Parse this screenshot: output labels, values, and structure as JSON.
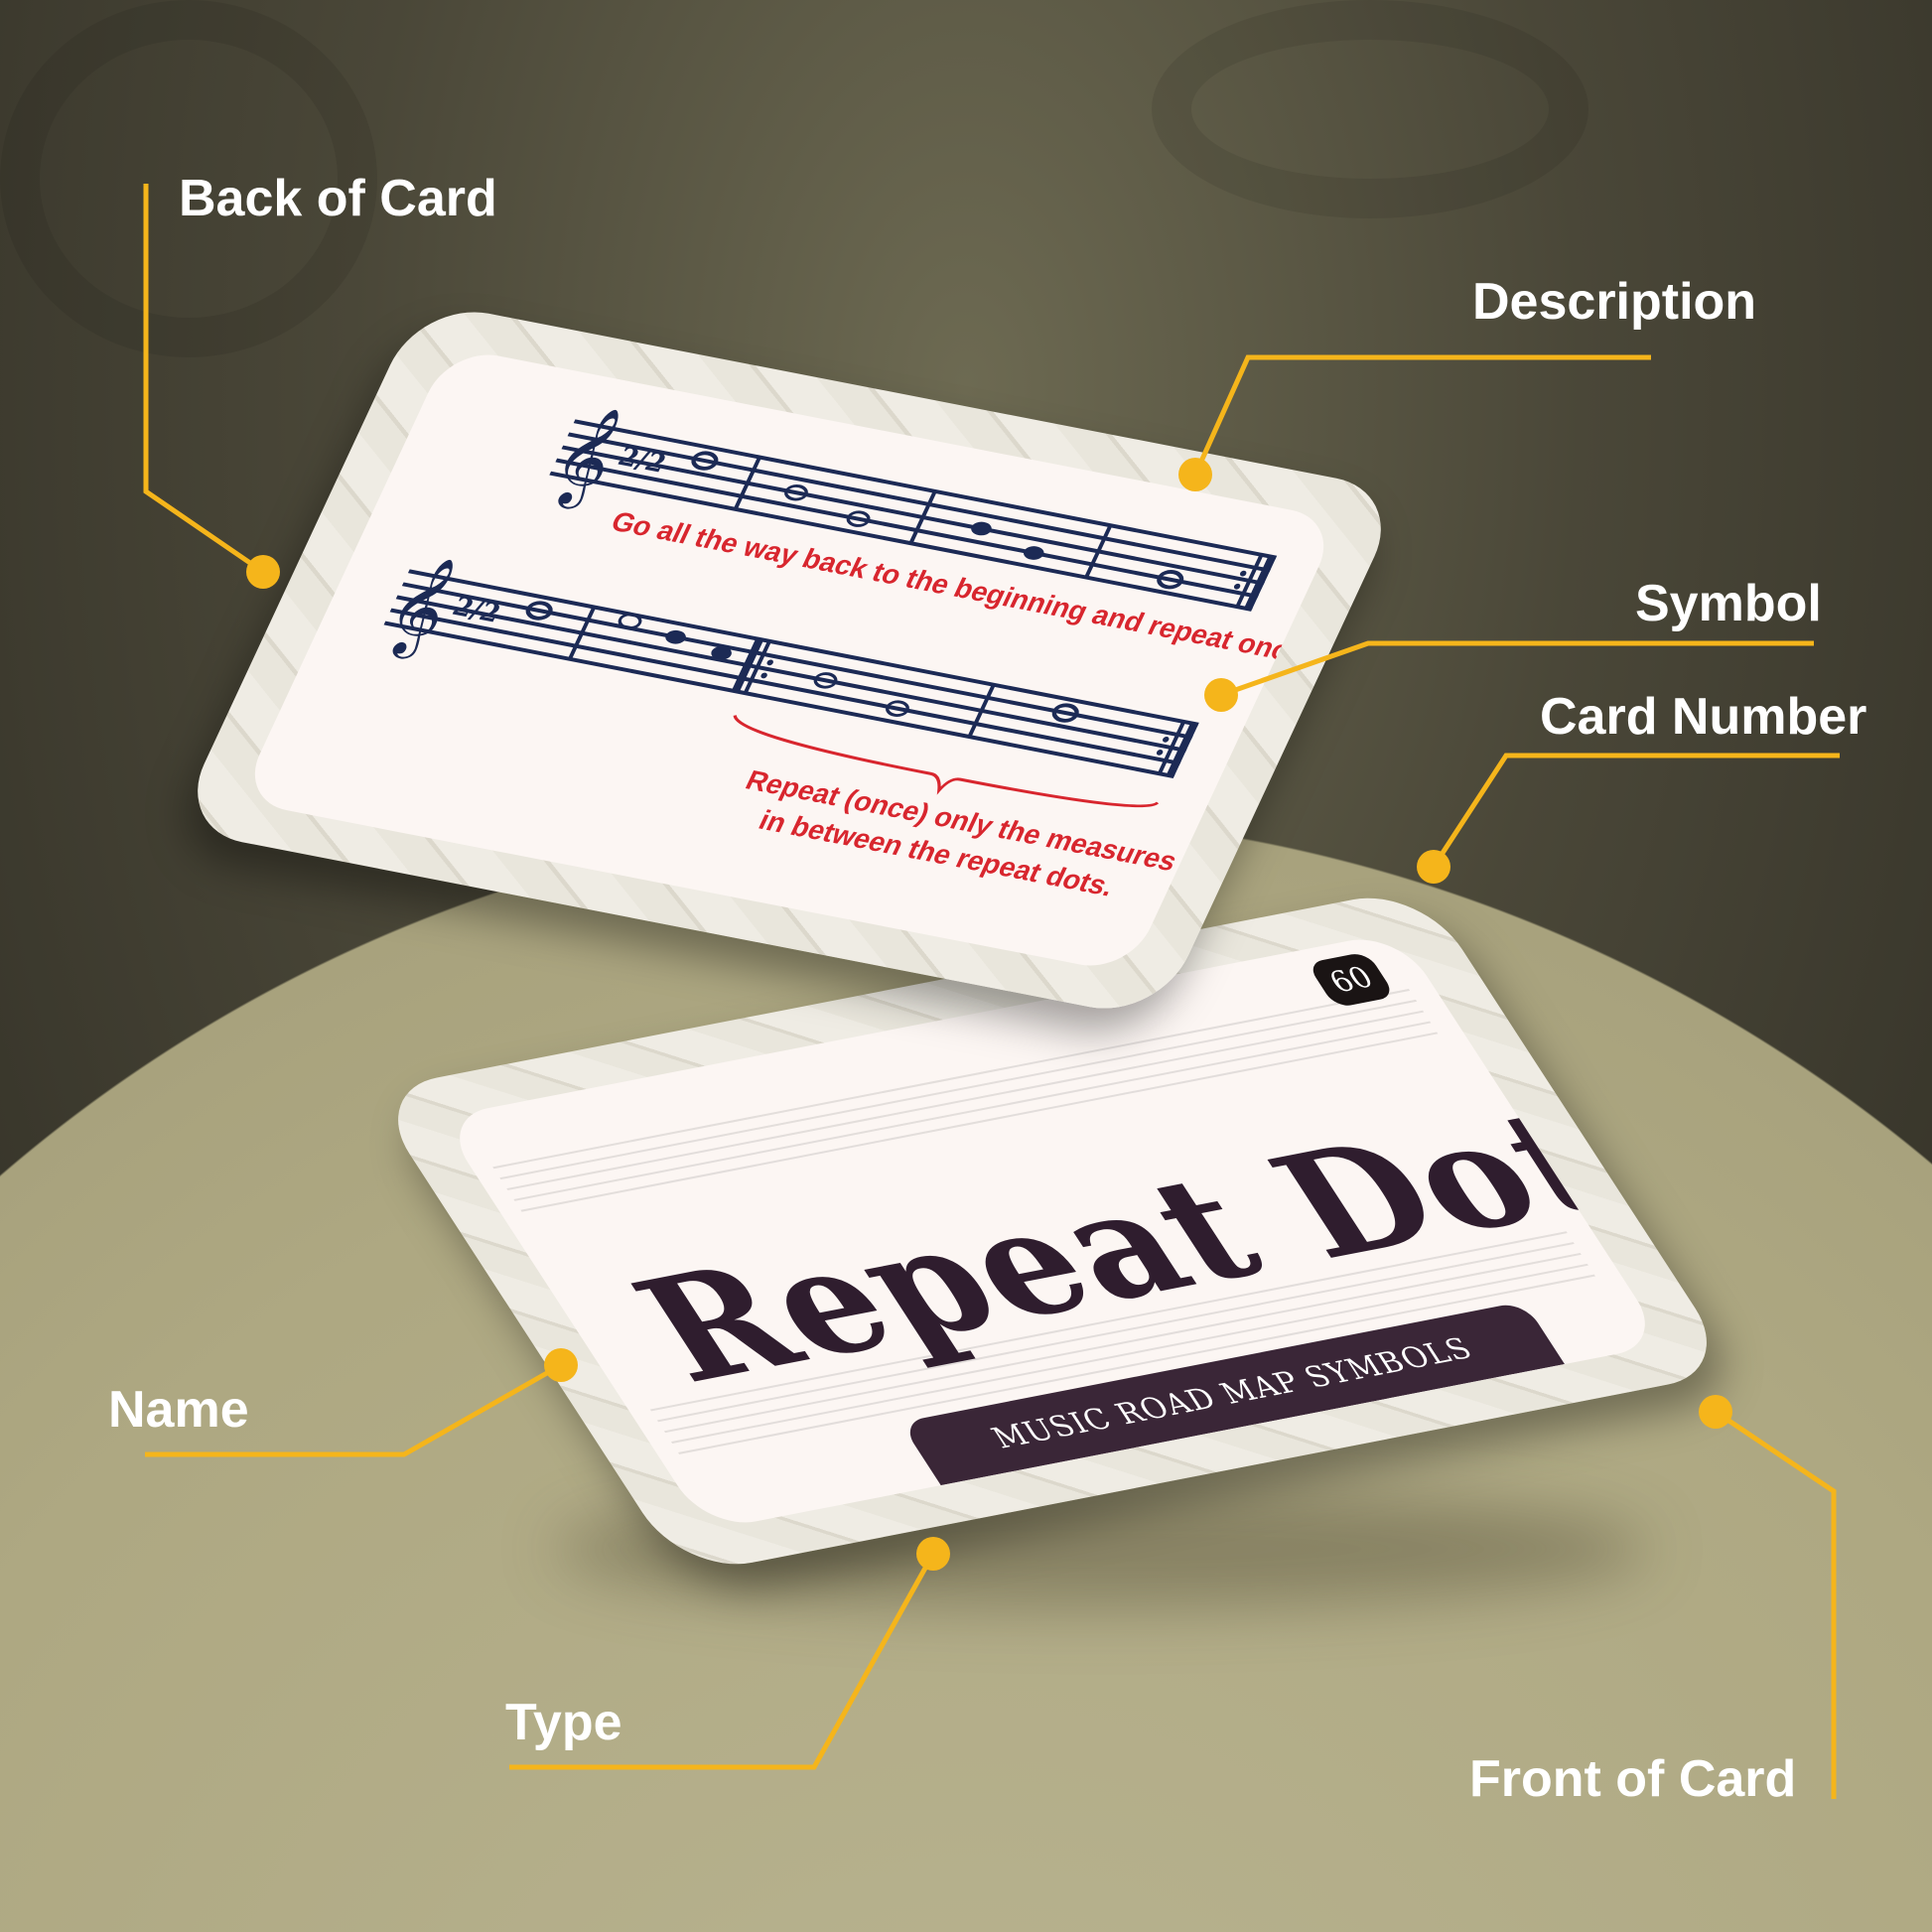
{
  "callouts": {
    "back_of_card": "Back of Card",
    "description": "Description",
    "symbol": "Symbol",
    "card_number": "Card Number",
    "name": "Name",
    "type": "Type",
    "front_of_card": "Front of Card"
  },
  "back_card": {
    "description_1": "Go all the way back to the beginning and repeat once.",
    "description_2_line1": "Repeat (once) only the measures",
    "description_2_line2": "in between the repeat dots.",
    "time_signature": "2/2"
  },
  "front_card": {
    "card_number": "60",
    "name": "Repeat Dots",
    "type": "MUSIC ROAD MAP SYMBOLS"
  },
  "colors": {
    "callout": "#f5b51b",
    "notation": "#1c2a55",
    "description_text": "#d8262e",
    "title": "#2f1d2e"
  }
}
